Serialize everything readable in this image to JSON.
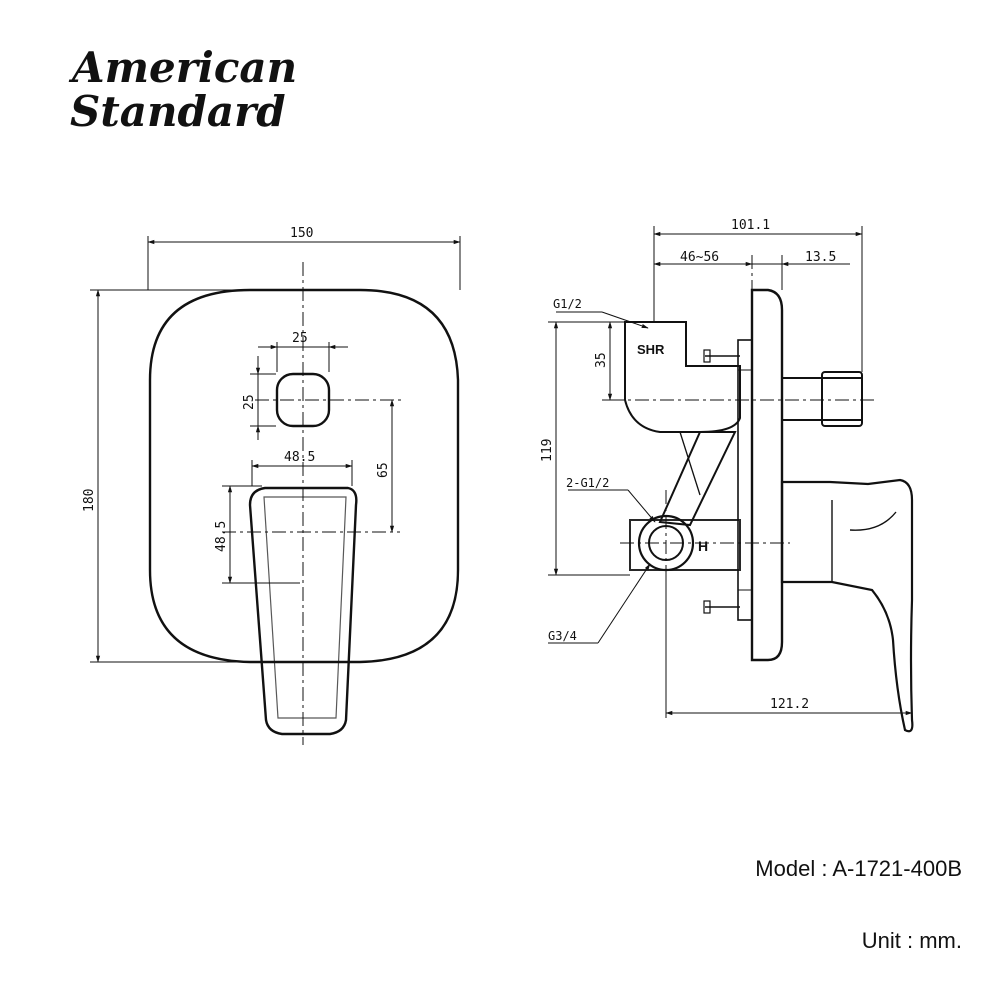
{
  "brand": {
    "line1": "American",
    "line2": "Standard"
  },
  "front_view": {
    "width_dim": "150",
    "height_dim": "180",
    "button_width_dim": "25",
    "button_height_dim": "25",
    "button_to_handle_dim": "65",
    "handle_width_dim": "48.5",
    "handle_height_dim": "48.5"
  },
  "side_view": {
    "depth_dim": "101.1",
    "adjust_range_dim": "46~56",
    "plate_offset_dim": "13.5",
    "outlet_offset_dim": "35",
    "height_dim": "119",
    "total_depth_dim": "121.2",
    "shower_port_label": "G1/2",
    "inlet_ports_label": "2-G1/2",
    "outlet_port_label": "G3/4",
    "shower_marking": "SHR",
    "hot_marking": "H"
  },
  "info": {
    "model": "Model : A-1721-400B",
    "unit": "Unit : mm."
  }
}
